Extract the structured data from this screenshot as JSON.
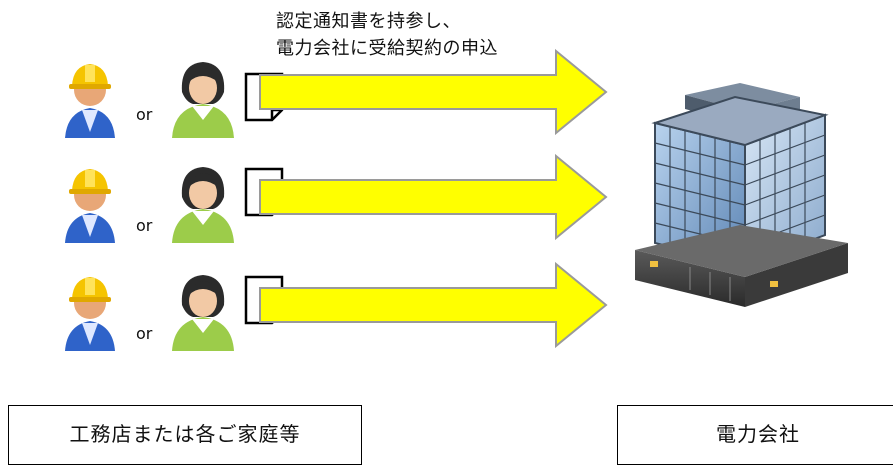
{
  "caption": {
    "line1": "認定通知書を持参し、",
    "line2": "電力会社に受給契約の申込"
  },
  "rows": [
    {
      "or_label": "or"
    },
    {
      "or_label": "or"
    },
    {
      "or_label": "or"
    }
  ],
  "labels": {
    "left_box": "工務店または各ご家庭等",
    "right_box": "電力会社"
  },
  "colors": {
    "arrow_fill": "#ffff00",
    "arrow_stroke": "#9a9a9a",
    "worker_helmet": "#f5c400",
    "worker_body": "#2f63c9",
    "woman_body": "#9ccc4a",
    "building_glass": "#8fb3d9",
    "building_frame": "#4a4a4a"
  },
  "icons": [
    "worker-icon",
    "woman-icon",
    "document-icon",
    "arrow-icon",
    "office-building-icon"
  ]
}
